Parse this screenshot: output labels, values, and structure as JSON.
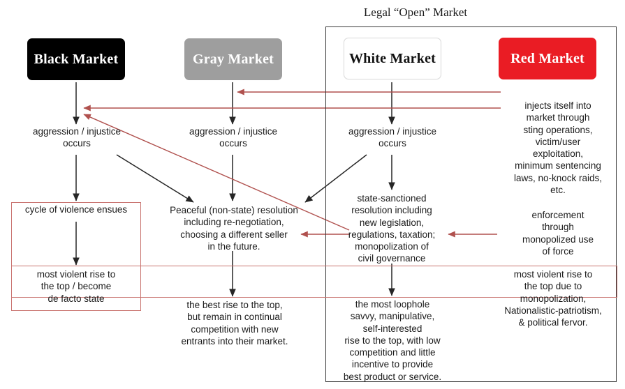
{
  "diagram": {
    "group_title": "Legal “Open” Market",
    "colors": {
      "black_market": "#000000",
      "gray_market": "#9e9e9e",
      "white_market": "#ffffff",
      "red_market": "#ea1c24",
      "red_edge": "#b0514e",
      "black_edge": "#262626",
      "highlight_outline": "#c9736f"
    },
    "markets": [
      {
        "id": "black",
        "label": "Black Market"
      },
      {
        "id": "gray",
        "label": "Gray Market"
      },
      {
        "id": "white",
        "label": "White Market"
      },
      {
        "id": "red",
        "label": "Red Market"
      }
    ],
    "captions": {
      "black_aggression": "aggression / injustice\noccurs",
      "gray_aggression": "aggression / injustice\noccurs",
      "white_aggression": "aggression / injustice\noccurs",
      "red_injects": "injects itself into\nmarket through\nsting operations,\nvictim/user\nexploitation,\nminimum sentencing\nlaws, no-knock raids,\netc.",
      "black_cycle": "cycle of violence ensues",
      "black_outcome": "most violent rise to\nthe top / become\nde facto state",
      "gray_resolution": "Peaceful (non-state) resolution\nincluding re-negotiation,\nchoosing a different seller\nin the future.",
      "gray_outcome": "the best rise to the top,\nbut remain in continual\ncompetition with new\nentrants into their market.",
      "white_resolution": "state-sanctioned\nresolution including\nnew legislation,\nregulations, taxation;\nmonopolization of\ncivil governance",
      "white_outcome": "the most loophole\nsavvy, manipulative,\nself-interested\nrise to the top, with low\ncompetition and little\nincentive to provide\nbest product or service.",
      "red_enforcement": "enforcement\nthrough\nmonopolized use\nof force",
      "red_outcome": "most violent rise to\nthe top due to\nmonopolization,\nNationalistic-patriotism,\n& political fervor."
    }
  },
  "chart_data": {
    "type": "diagram",
    "title": "Market typology flow diagram",
    "columns": [
      {
        "market": "Black Market",
        "flow": [
          "aggression / injustice occurs",
          "cycle of violence ensues",
          "most violent rise to the top / become de facto state"
        ]
      },
      {
        "market": "Gray Market",
        "flow": [
          "aggression / injustice occurs",
          "Peaceful (non-state) resolution including re-negotiation, choosing a different seller in the future.",
          "the best rise to the top, but remain in continual competition with new entrants into their market."
        ]
      },
      {
        "market": "White Market",
        "flow": [
          "aggression / injustice occurs",
          "state-sanctioned resolution including new legislation, regulations, taxation; monopolization of civil governance",
          "the most loophole savvy, manipulative, self-interested rise to the top, with low competition and little incentive to provide best product or service."
        ]
      },
      {
        "market": "Red Market",
        "flow": [
          "injects itself into market through sting operations, victim/user exploitation, minimum sentencing laws, no-knock raids, etc.",
          "enforcement through monopolized use of force",
          "most violent rise to the top due to monopolization, Nationalistic-patriotism, & political fervor."
        ]
      }
    ],
    "groupings": [
      {
        "label": "Legal “Open” Market",
        "members": [
          "White Market",
          "Red Market"
        ]
      }
    ],
    "edges": [
      {
        "from": "Red Market",
        "to": "Gray Market aggression",
        "color": "red"
      },
      {
        "from": "Red Market",
        "to": "Black Market aggression",
        "color": "red"
      },
      {
        "from": "White Market state-sanctioned resolution",
        "to": "Black Market aggression",
        "color": "red"
      },
      {
        "from": "White Market state-sanctioned resolution",
        "to": "Gray Market peaceful resolution",
        "color": "red"
      },
      {
        "from": "Red Market enforcement",
        "to": "White Market state-sanctioned resolution",
        "color": "red"
      },
      {
        "from": "Black Market aggression",
        "to": "Gray Market peaceful resolution",
        "color": "black"
      },
      {
        "from": "White Market aggression",
        "to": "Gray Market peaceful resolution",
        "color": "black"
      }
    ],
    "highlights": [
      "most violent rise to the top / become de facto state",
      "most violent rise to the top due to monopolization, Nationalistic-patriotism, & political fervor."
    ]
  }
}
